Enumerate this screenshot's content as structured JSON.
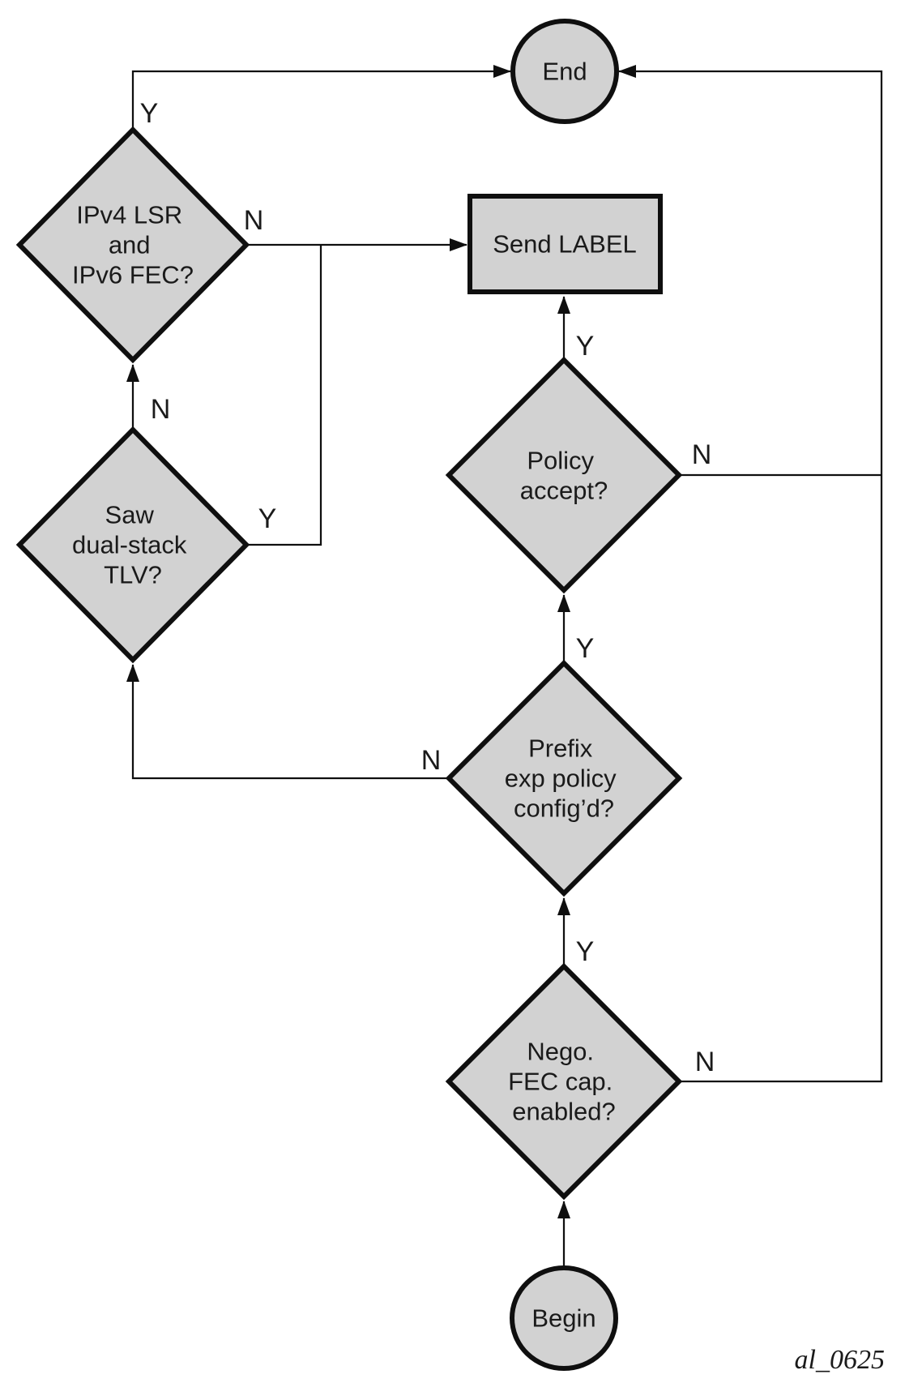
{
  "figure_id": "al_0625",
  "colors": {
    "node_fill": "#d2d2d2",
    "stroke": "#0f0f0f",
    "background": "#ffffff"
  },
  "nodes": {
    "end": {
      "type": "terminal",
      "label": "End"
    },
    "begin": {
      "type": "terminal",
      "label": "Begin"
    },
    "send_label": {
      "type": "process",
      "label": "Send LABEL"
    },
    "ipv4_lsr": {
      "type": "decision",
      "lines": [
        "IPv4 LSR",
        "and",
        "IPv6 FEC?"
      ]
    },
    "saw_dual_stack": {
      "type": "decision",
      "lines": [
        "Saw",
        "dual-stack",
        "TLV?"
      ]
    },
    "policy_accept": {
      "type": "decision",
      "lines": [
        "Policy",
        "accept?"
      ]
    },
    "prefix_exp": {
      "type": "decision",
      "lines": [
        "Prefix",
        "exp policy",
        "config’d?"
      ]
    },
    "nego_fec": {
      "type": "decision",
      "lines": [
        "Nego.",
        "FEC cap.",
        "enabled?"
      ]
    }
  },
  "edge_labels": {
    "ipv4_yes": "Y",
    "ipv4_no": "N",
    "saw_no": "N",
    "saw_yes": "Y",
    "policy_yes": "Y",
    "policy_no": "N",
    "prefix_yes": "Y",
    "prefix_no": "N",
    "nego_yes": "Y",
    "nego_no": "N"
  }
}
